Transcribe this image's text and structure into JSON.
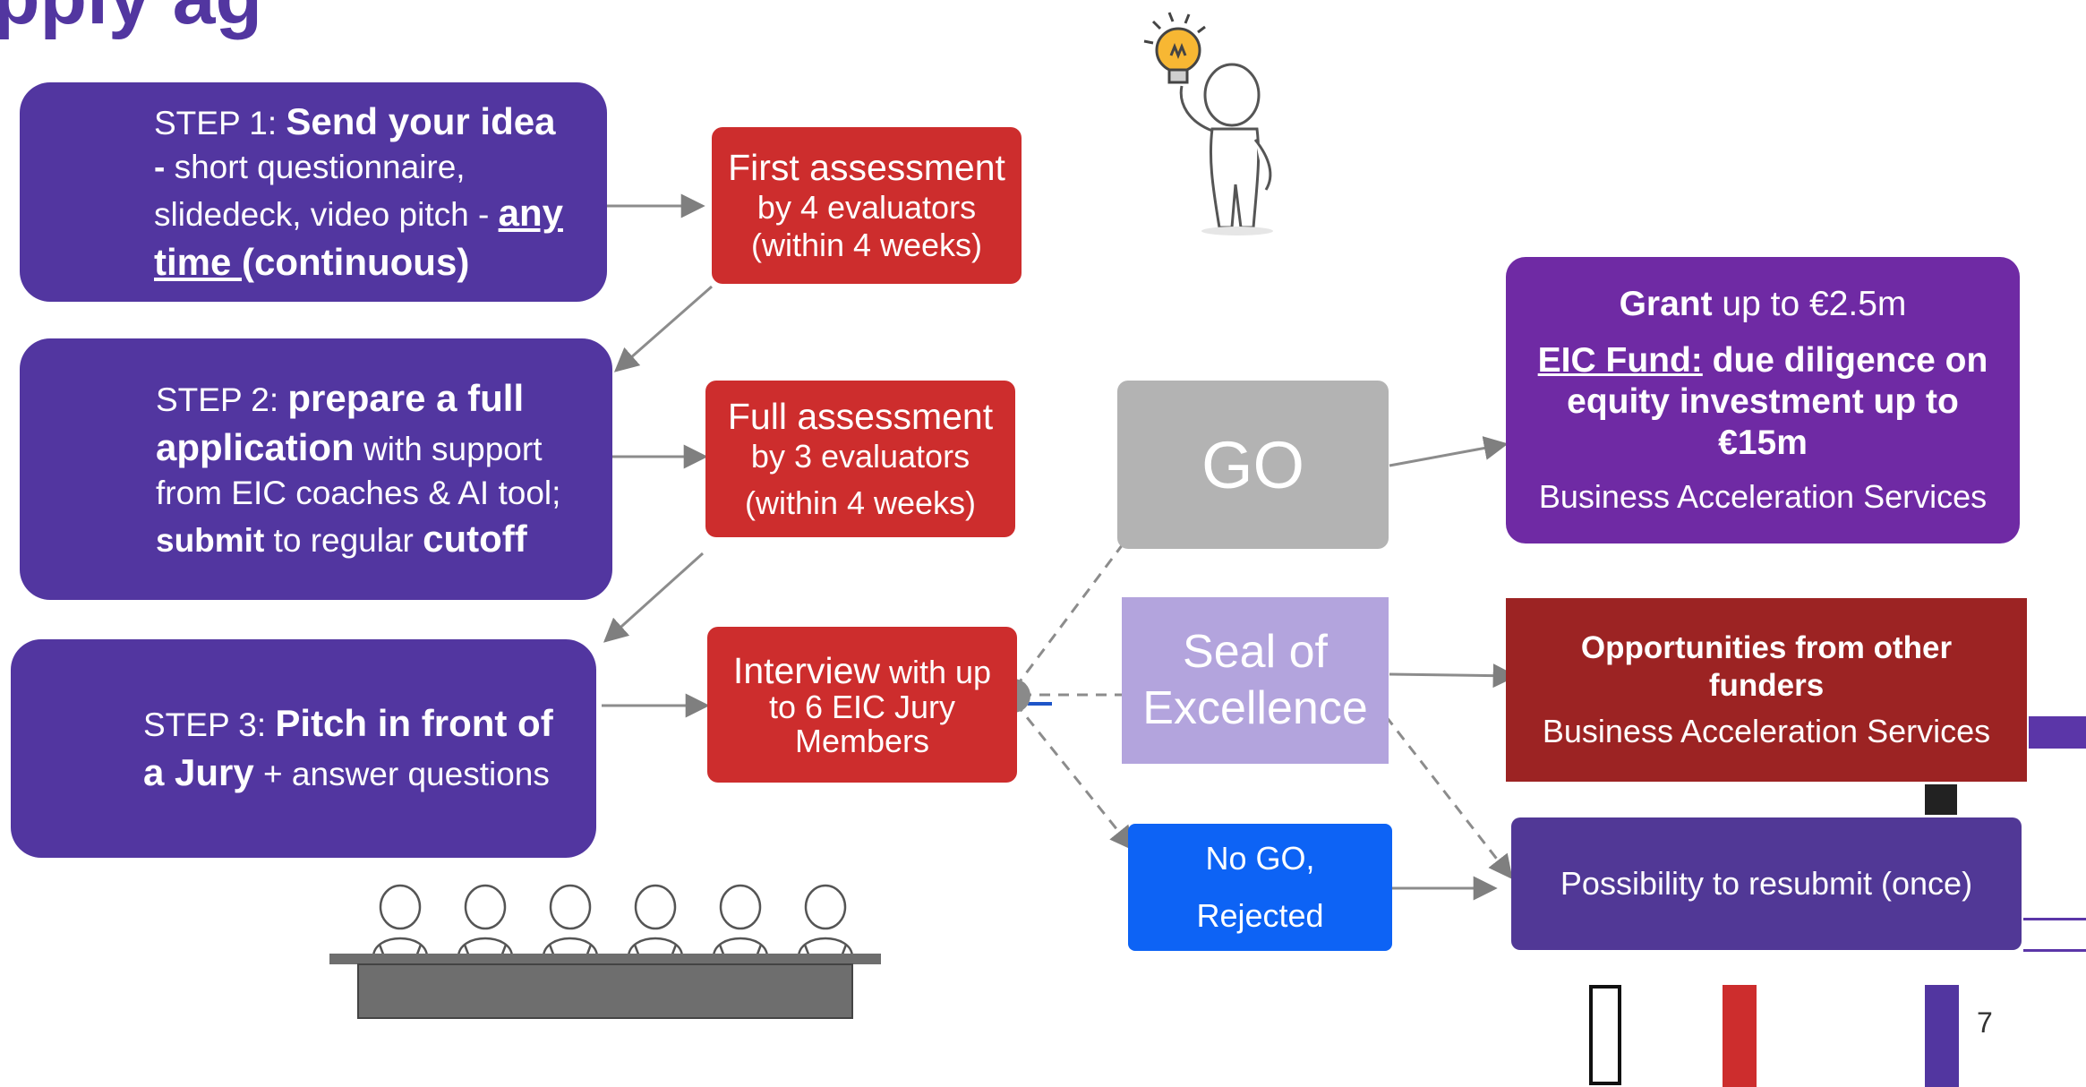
{
  "title_fragment": "pply ag",
  "steps": {
    "s1": {
      "prefix": "STEP 1:  ",
      "bold": "Send your idea",
      "dash": "-",
      "rest": " short questionnaire, slidedeck, video pitch -  ",
      "u1": "any",
      "u2": "time ",
      "end": "(continuous)"
    },
    "s2": {
      "prefix": "STEP 2: ",
      "bold": "prepare a full application",
      "rest": " with support from EIC coaches & AI tool; ",
      "b2": "submit",
      "mid": " to regular ",
      "b3": "cutoff"
    },
    "s3": {
      "prefix": "STEP 3: ",
      "bold1": "Pitch in front of",
      "bold2": "a Jury",
      "rest": " + answer questions"
    }
  },
  "assessments": {
    "first": {
      "title": "First assessment",
      "line1": "by 4 evaluators",
      "line2": "(within 4 weeks)"
    },
    "full": {
      "title": "Full assessment",
      "line1": "by 3 evaluators",
      "line2": "(within 4 weeks)"
    },
    "interview": {
      "title": "Interview",
      "rest": " with up to 6 EIC Jury Members"
    }
  },
  "outcomes": {
    "go": "GO",
    "seal": "Seal of Excellence",
    "nogo_line1": "No GO,",
    "nogo_line2": "Rejected"
  },
  "results": {
    "grant_bold": "Grant",
    "grant_rest": " up to €2.5m",
    "fund_u": "EIC Fund:",
    "fund_rest": " due diligence on equity investment up to €15m",
    "bas1": "Business Acceleration Services",
    "opp_bold": "Opportunities from other funders",
    "bas2": "Business Acceleration Services",
    "resubmit": "Possibility to resubmit (once)"
  },
  "page_number": "7",
  "colors": {
    "step_purple": "#5236a0",
    "assessment_red": "#cd2d2d",
    "go_grey": "#b3b3b3",
    "seal_lavender": "#b3a4dd",
    "nogo_blue": "#0d63f5",
    "grant_purple": "#6f2aa4",
    "opp_darkred": "#9c2323",
    "resubmit_purple": "#513896"
  }
}
